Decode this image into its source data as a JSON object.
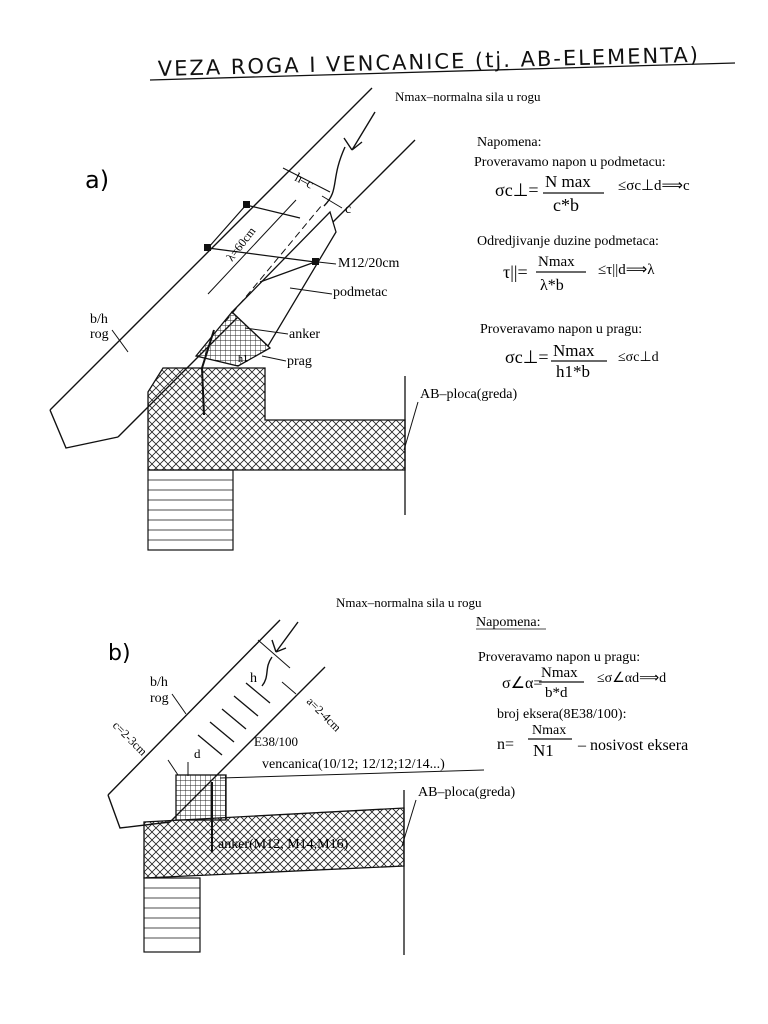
{
  "title": "VEZA ROGA I VENCANICE (tj. AB-ELEMENTA)",
  "top": {
    "panel_label": "a)",
    "nmax_label": "Nmax–normalna sila u rogu",
    "labels": {
      "h_minus_c": "h–c",
      "c": "c",
      "lambda": "λ=60cm",
      "bolt": "M12/20cm",
      "podmetac": "podmetac",
      "rafter": "b/h",
      "rafter2": "rog",
      "anker": "anker",
      "prag": "prag",
      "h1": "h1",
      "slab": "AB–ploca(greda)"
    },
    "notes": {
      "heading": "Napomena:",
      "line1": "Proveravamo napon u podmetacu:",
      "f1_lhs": "σc⊥=",
      "f1_num": "N max",
      "f1_den": "c*b",
      "f1_rhs": "≤σc⊥d⟹c",
      "line2": "Odredjivanje duzine podmetaca:",
      "f2_lhs": "τ||=",
      "f2_num": "Nmax",
      "f2_den": "λ*b",
      "f2_rhs": "≤τ||d⟹λ",
      "line3": "Proveravamo napon u pragu:",
      "f3_lhs": "σc⊥=",
      "f3_num": "Nmax",
      "f3_den": "h1*b",
      "f3_rhs": "≤σc⊥d"
    }
  },
  "bottom": {
    "panel_label": "b)",
    "nmax_label": "Nmax–normalna sila u rogu",
    "labels": {
      "h": "h",
      "a": "a=2-4cm",
      "c": "c=2-3cm",
      "d": "d",
      "rafter": "b/h",
      "rafter2": "rog",
      "nails": "E38/100",
      "venc": "vencanica(10/12; 12/12;12/14...)",
      "slab": "AB–ploca(greda)",
      "anker": "anker(M12, M14,M16)"
    },
    "notes": {
      "heading": "Napomena:",
      "line1": "Proveravamo napon u pragu:",
      "f1_lhs": "σ∠α=",
      "f1_num": "Nmax",
      "f1_den": "b*d",
      "f1_rhs": "≤σ∠αd⟹d",
      "line2": "broj eksera(8E38/100):",
      "f2_lhs": "n=",
      "f2_num": "Nmax",
      "f2_den": "N1",
      "f2_rhs": "– nosivost eksera"
    }
  }
}
